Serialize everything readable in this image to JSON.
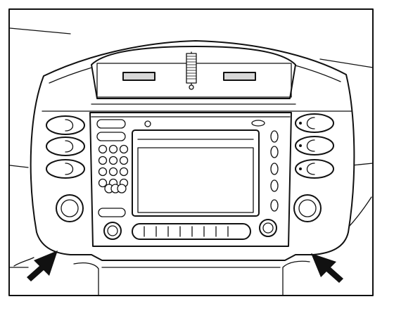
{
  "figure": {
    "description_labels": [],
    "components": {
      "left_buttons": 3,
      "right_buttons": 3,
      "keypad_rows": 5,
      "right_side_buttons": 6,
      "arrows": 2
    }
  }
}
